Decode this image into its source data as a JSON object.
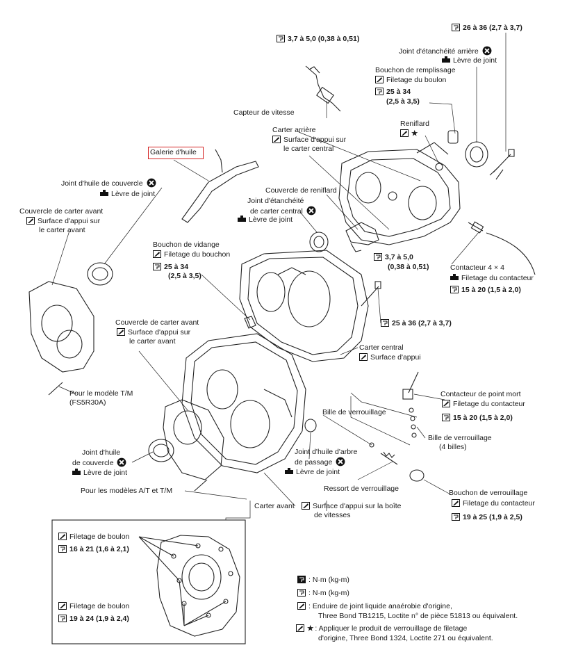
{
  "labels": {
    "torque_top": "3,7 à 5,0 (0,38 à 0,51)",
    "torque_top_right": "26 à 36 (2,7 à 3,7)",
    "rear_seal": "Joint d'étanchéité arrière",
    "rear_seal_lip": "Lèvre de joint",
    "fill_plug": "Bouchon de remplissage",
    "fill_plug_thread": "Filetage du boulon",
    "fill_plug_torque_1": "25 à 34",
    "fill_plug_torque_2": "(2,5 à 3,5)",
    "speed_sensor": "Capteur de vitesse",
    "breather": "Reniflard",
    "rear_case": "Carter arrière",
    "rear_case_surface_1": "Surface d'appui sur",
    "rear_case_surface_2": "le carter central",
    "oil_gutter": "Galerie d'huile",
    "cover_oil_seal_top": "Joint d'huile de couvercle",
    "cover_oil_seal_top_lip": "Lèvre de joint",
    "breather_cover": "Couvercle de reniflard",
    "center_case_seal_1": "Joint d'étanchéité",
    "center_case_seal_2": "de carter central",
    "center_case_seal_lip": "Lèvre de joint",
    "front_cover_top_1": "Couvercle de carter avant",
    "front_cover_top_surface_1": "Surface d'appui sur",
    "front_cover_top_surface_2": "le carter avant",
    "breather_cover_torque_1": "3,7 à 5,0",
    "breather_cover_torque_2": "(0,38 à 0,51)",
    "drain_plug": "Bouchon de vidange",
    "drain_plug_thread": "Filetage du bouchon",
    "drain_plug_torque_1": "25 à 34",
    "drain_plug_torque_2": "(2,5 à 3,5)",
    "switch_4x4": "Contacteur 4 × 4",
    "switch_4x4_thread": "Filetage du contacteur",
    "switch_4x4_torque": "15 à 20 (1,5 à 2,0)",
    "center_bolt_torque": "25 à 36 (2,7 à 3,7)",
    "front_cover_mid_1": "Couvercle de carter avant",
    "front_cover_mid_surface_1": "Surface d'appui sur",
    "front_cover_mid_surface_2": "le carter avant",
    "center_case": "Carter central",
    "center_case_surface": "Surface d'appui",
    "mt_model_1": "Pour le modèle T/M",
    "mt_model_2": "(FS5R30A)",
    "neutral_switch": "Contacteur de point mort",
    "neutral_switch_thread": "Filetage du contacteur",
    "neutral_switch_torque": "15 à 20 (1,5 à 2,0)",
    "check_ball": "Bille de verrouillage",
    "check_balls_1": "Bille de verrouillage",
    "check_balls_2": "(4 billes)",
    "cover_oil_seal_low_1": "Joint d'huile",
    "cover_oil_seal_low_2": "de couvercle",
    "cover_oil_seal_low_lip": "Lèvre de joint",
    "passage_seal_1": "Joint d'huile d'arbre",
    "passage_seal_2": "de passage",
    "passage_seal_lip": "Lèvre de joint",
    "check_spring": "Ressort de verrouillage",
    "check_plug": "Bouchon de verrouillage",
    "check_plug_thread": "Filetage du contacteur",
    "check_plug_torque": "19 à 25 (1,9 à 2,5)",
    "at_mt_models": "Pour les modèles A/T et T/M",
    "front_case": "Carter avant",
    "front_case_surface_1": "Surface d'appui sur la boîte",
    "front_case_surface_2": "de vitesses",
    "inset_thread_1": "Filetage de boulon",
    "inset_torque_1": "16 à 21 (1,6 à 2,1)",
    "inset_thread_2": "Filetage de boulon",
    "inset_torque_2": "19 à 24 (1,9 à 2,4)"
  },
  "legend": {
    "nm_kgm_1": ": N·m (kg-m)",
    "nm_kgm_2": ": N·m (kg-m)",
    "sealant_1": ": Enduire de joint liquide anaérobie d'origine,",
    "sealant_2": "Three Bond TB1215, Loctite n° de pièce 51813 ou équivalent.",
    "locking_1": ": Appliquer le produit de verrouillage de filetage",
    "locking_2": "d'origine, Three Bond 1324, Loctite 271 ou équivalent."
  },
  "icons": {
    "torque": "torque-wrench-icon",
    "sealant": "sealant-icon",
    "no_reuse": "do-not-reuse-icon",
    "grease": "grease-lip-icon"
  }
}
